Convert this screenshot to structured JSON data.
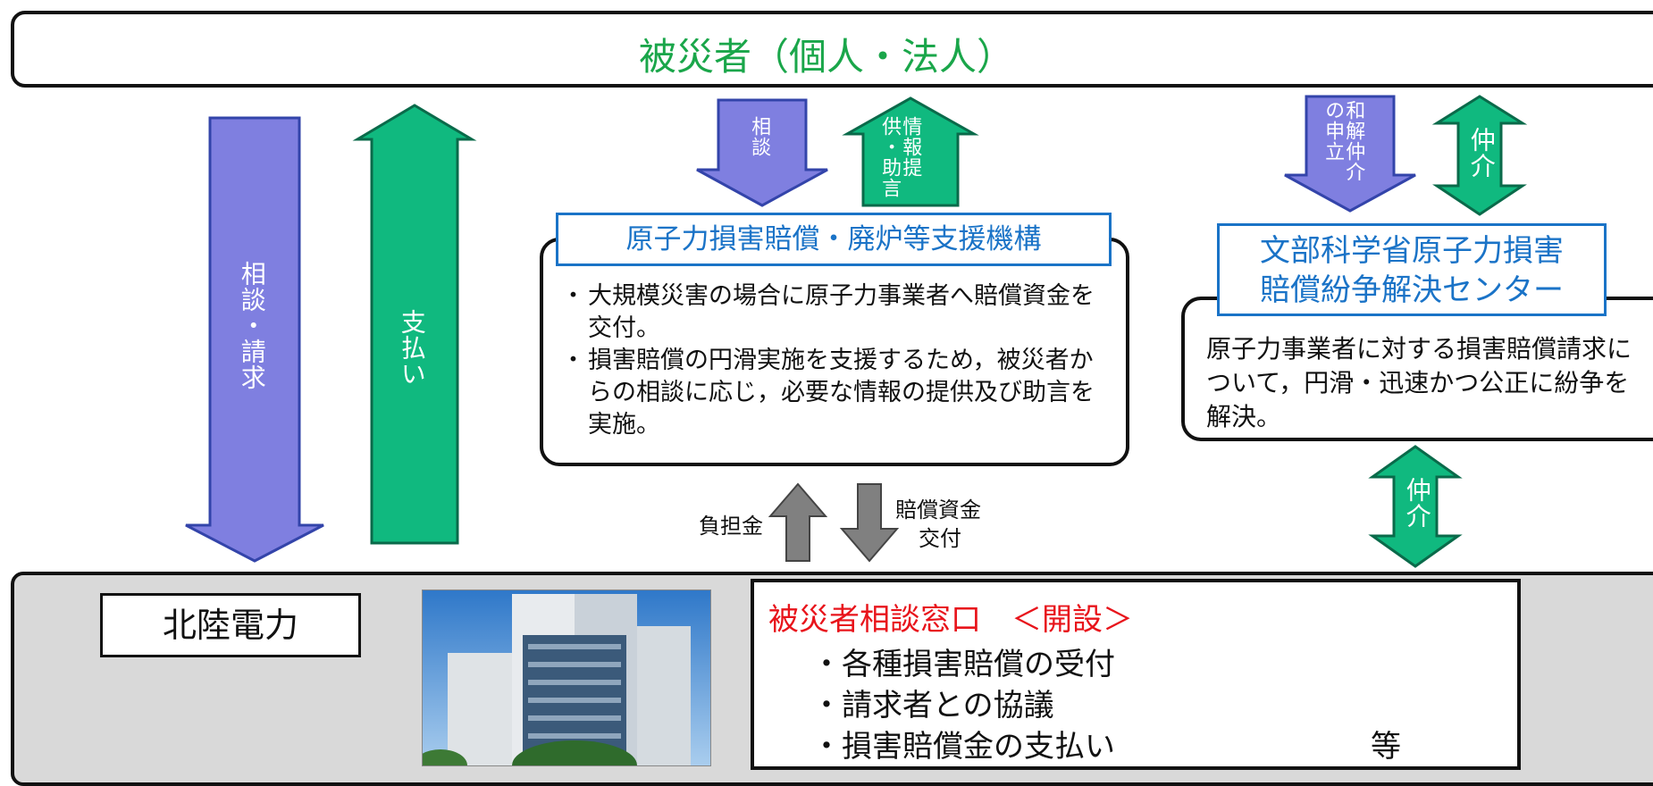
{
  "victims": {
    "title": "被災者（個人・法人）"
  },
  "arrows": {
    "consult_claim": "相談・請求",
    "payment": "支払い",
    "consult": "相談",
    "info_advice": "情報提供・助言",
    "mediation_request": "和解仲介の申立",
    "mediation_top": "仲介",
    "mediation_bottom": "仲介",
    "burden": "負担金",
    "compensation_funds_line1": "賠償資金",
    "compensation_funds_line2": "交付"
  },
  "ndf": {
    "title": "原子力損害賠償・廃炉等支援機構",
    "bullets": [
      "大規模災害の場合に原子力事業者へ賠償資金を交付。",
      "損害賠償の円滑実施を支援するため，被災者からの相談に応じ，必要な情報の提供及び助言を実施。"
    ]
  },
  "adr": {
    "title_line1": "文部科学省原子力損害",
    "title_line2": "賠償紛争解決センター",
    "body": "原子力事業者に対する損害賠償請求について，円滑・迅速かつ公正に紛争を解決。"
  },
  "company": {
    "name": "北陸電力",
    "window_title": "被災者相談窓口　＜開設＞",
    "items": [
      "各種損害賠償の受付",
      "請求者との協議",
      "損害賠償金の支払い"
    ],
    "etc": "等"
  },
  "colors": {
    "green_text": "#1aa64a",
    "purple_arrow": "#7f7fe0",
    "green_arrow": "#10b97f",
    "gray_arrow": "#808080",
    "blue_title": "#1a73c7",
    "red_title": "#e8141b",
    "band_gray": "#d9d9d9"
  }
}
